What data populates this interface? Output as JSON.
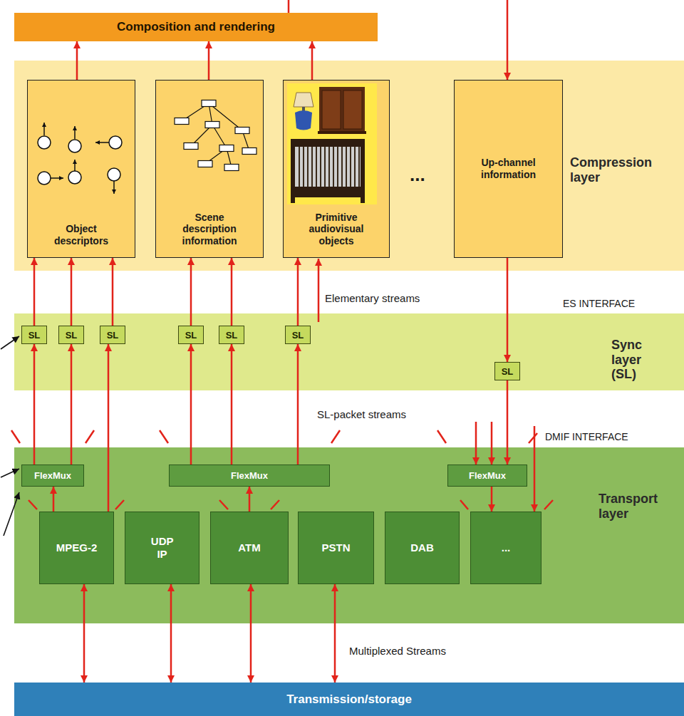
{
  "diagram": {
    "nodes": [
      {
        "text": [
          "Composition and rendering"
        ]
      },
      {
        "text": [
          "Compression layer"
        ]
      },
      {
        "text": [
          "Object descriptors"
        ],
        "in": 1
      },
      {
        "text": [
          "Scene description information"
        ],
        "in": 1
      },
      {
        "text": [
          "Primitive audiovisual objects"
        ],
        "in": 1
      },
      {
        "text": [
          "Up-channel information"
        ],
        "in": 1
      },
      {
        "text": [
          "Sync layer (SL)"
        ]
      },
      {
        "text": [
          "SL"
        ],
        "in": 6
      },
      {
        "text": [
          "SL"
        ],
        "in": 6
      },
      {
        "text": [
          "SL"
        ],
        "in": 6
      },
      {
        "text": [
          "SL"
        ],
        "in": 6
      },
      {
        "text": [
          "SL"
        ],
        "in": 6
      },
      {
        "text": [
          "SL"
        ],
        "in": 6
      },
      {
        "text": [
          "SL"
        ],
        "in": 6
      },
      {
        "text": [
          "Transport layer"
        ]
      },
      {
        "text": [
          "FlexMux"
        ],
        "in": 14
      },
      {
        "text": [
          "FlexMux"
        ],
        "in": 14
      },
      {
        "text": [
          "FlexMux"
        ],
        "in": 14
      },
      {
        "text": [
          "MPEG-2"
        ],
        "in": 14
      },
      {
        "text": [
          "UDP IP"
        ],
        "in": 14
      },
      {
        "text": [
          "ATM"
        ],
        "in": 14
      },
      {
        "text": [
          "PSTN"
        ],
        "in": 14
      },
      {
        "text": [
          "DAB"
        ],
        "in": 14
      },
      {
        "text": [
          "..."
        ],
        "in": 14
      },
      {
        "text": [
          "Transmission/storage"
        ]
      }
    ],
    "edges": [
      {
        "from": 2,
        "to": 0,
        "arrow": "to"
      },
      {
        "from": 3,
        "to": 0,
        "arrow": "to"
      },
      {
        "from": 4,
        "to": 0,
        "arrow": "to"
      },
      {
        "from": 7,
        "to": 2,
        "arrow": "to"
      },
      {
        "from": 8,
        "to": 2,
        "arrow": "to"
      },
      {
        "from": 9,
        "to": 2,
        "arrow": "to"
      },
      {
        "from": 10,
        "to": 3,
        "arrow": "to"
      },
      {
        "from": 11,
        "to": 3,
        "arrow": "to"
      },
      {
        "from": 12,
        "to": 4,
        "arrow": "to"
      },
      {
        "from": 5,
        "to": 13,
        "arrow": "to"
      },
      {
        "from": 15,
        "to": 7,
        "arrow": "to"
      },
      {
        "from": 15,
        "to": 8,
        "arrow": "to"
      },
      {
        "from": 18,
        "to": 9,
        "arrow": "to"
      },
      {
        "from": 16,
        "to": 10,
        "arrow": "to"
      },
      {
        "from": 16,
        "to": 11,
        "arrow": "to"
      },
      {
        "from": 16,
        "to": 12,
        "arrow": "to"
      },
      {
        "from": 13,
        "to": 17,
        "arrow": "to"
      },
      {
        "from": 18,
        "to": 15,
        "arrow": "to"
      },
      {
        "from": 20,
        "to": 16,
        "arrow": "to"
      },
      {
        "from": 17,
        "to": 23,
        "arrow": "to"
      },
      {
        "from": 18,
        "to": 24,
        "arrow": "both"
      },
      {
        "from": 19,
        "to": 24,
        "arrow": "both"
      },
      {
        "from": 20,
        "to": 24,
        "arrow": "both"
      },
      {
        "from": 21,
        "to": 24,
        "arrow": "both"
      }
    ],
    "labels": [
      "...",
      "Elementary streams",
      "ES INTERFACE",
      "SL-packet streams",
      "DMIF INTERFACE",
      "Multiplexed Streams"
    ]
  }
}
